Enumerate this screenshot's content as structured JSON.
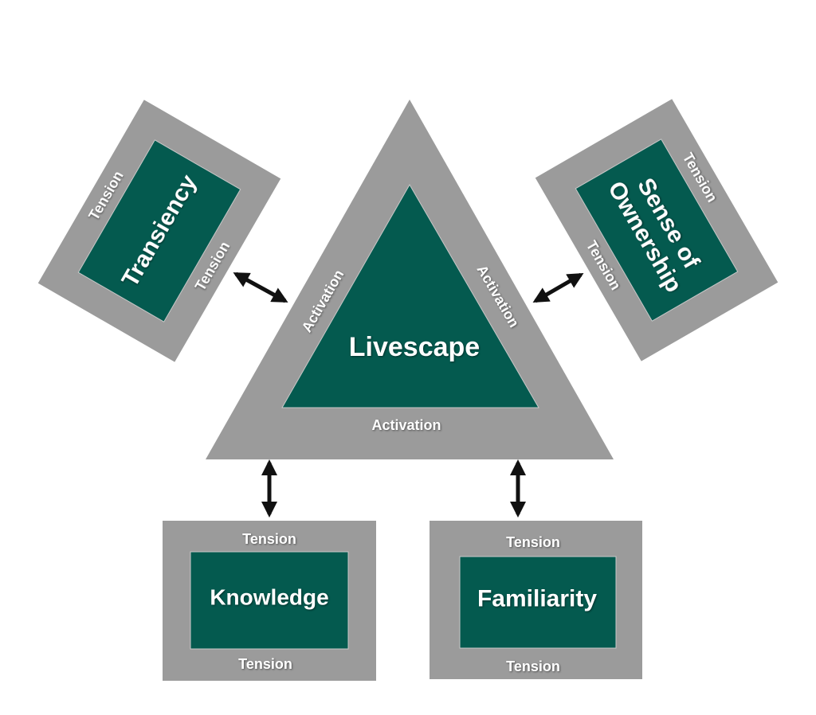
{
  "center": {
    "title": "Livescape",
    "edge_label": "Activation"
  },
  "nodes": {
    "transiency": {
      "title": "Transiency",
      "edge_label": "Tension"
    },
    "ownership": {
      "title_line1": "Sense of",
      "title_line2": "Ownership",
      "edge_label": "Tension"
    },
    "knowledge": {
      "title": "Knowledge",
      "edge_label": "Tension"
    },
    "familiarity": {
      "title": "Familiarity",
      "edge_label": "Tension"
    }
  },
  "colors": {
    "frame": "#9b9b9b",
    "fill": "#045a4f",
    "text": "#ffffff",
    "arrow": "#111111"
  }
}
